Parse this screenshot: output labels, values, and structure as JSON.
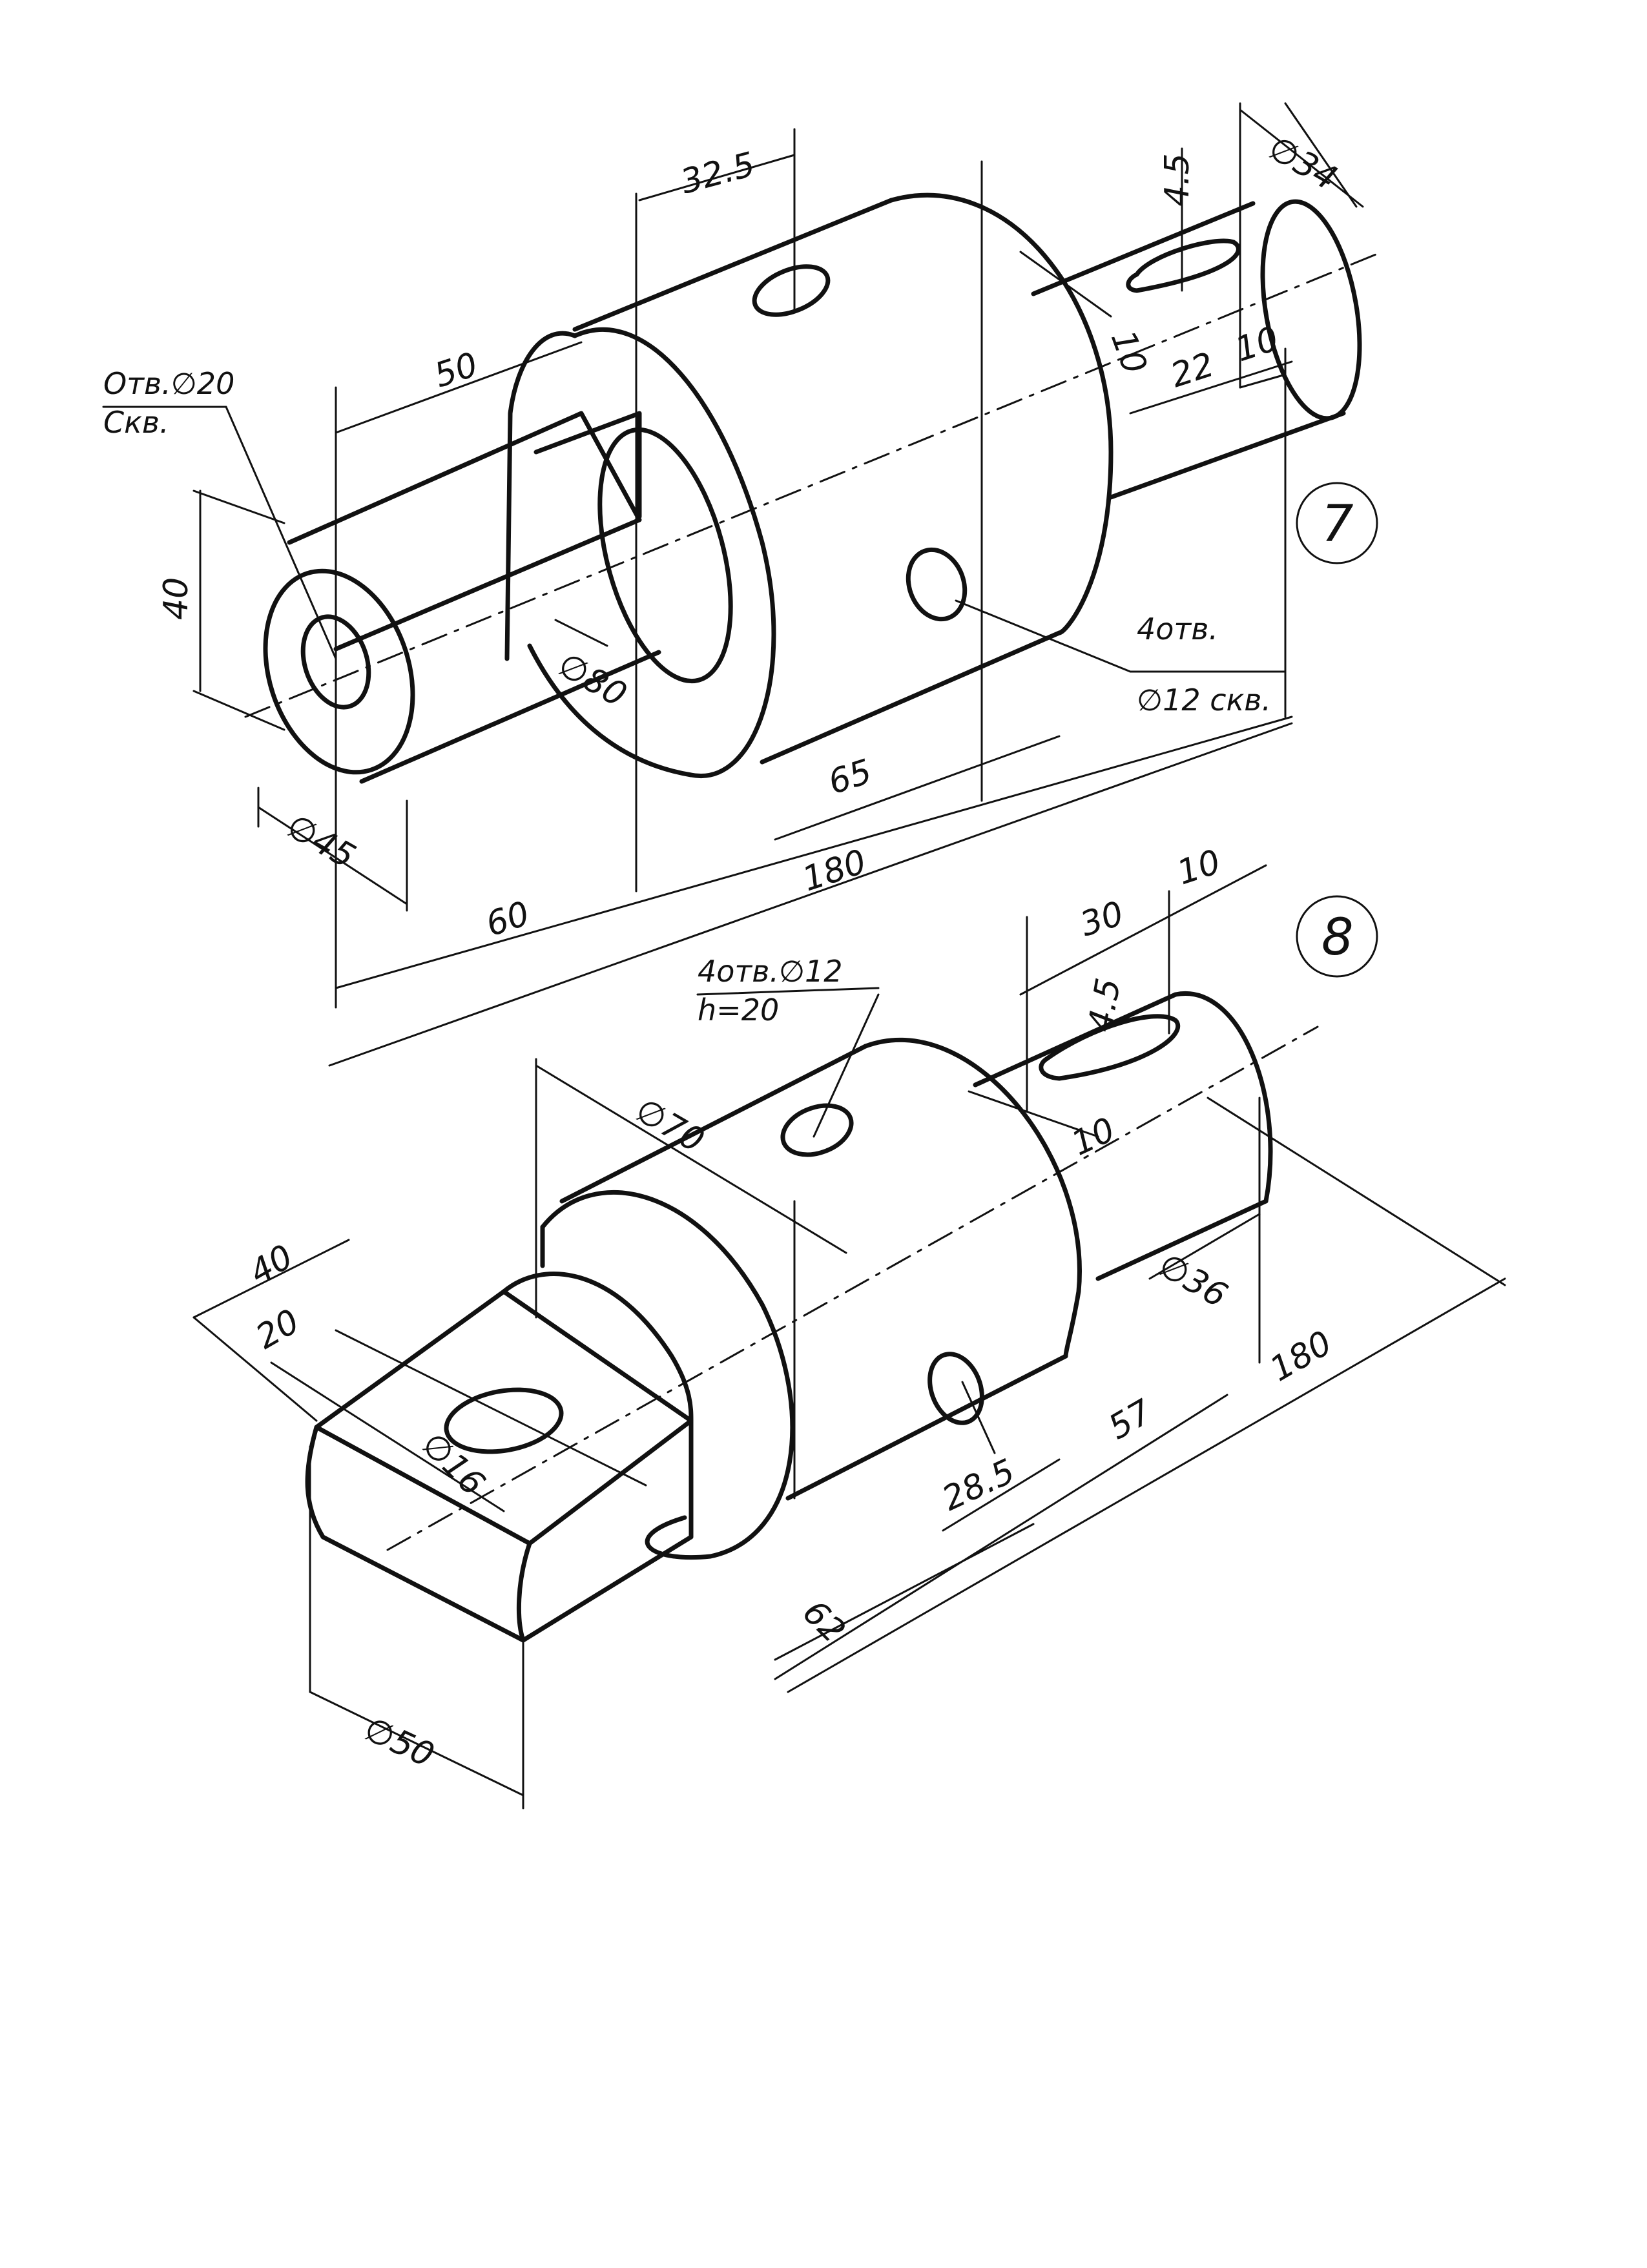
{
  "drawings": [
    {
      "number": "7",
      "hole_note_top": "Отв.∅20",
      "hole_note_bottom": "Скв.",
      "side_note_top": "4отв.",
      "side_note_bottom": "∅12 скв.",
      "dims": {
        "d34": "∅34",
        "d32_5": "32.5",
        "d4_5": "4.5",
        "d50": "50",
        "d40": "40",
        "d80": "∅80",
        "d10a": "10",
        "d22": "22",
        "d10b": "10",
        "d65": "65",
        "d45": "∅45",
        "d180": "180",
        "d60": "60"
      }
    },
    {
      "number": "8",
      "hole_note_top": "4отв.∅12",
      "hole_note_bottom": "h=20",
      "dims": {
        "d30": "30",
        "d10top": "10",
        "d4_5": "4.5",
        "d70": "∅70",
        "d10": "10",
        "d40": "40",
        "d20": "20",
        "d16": "∅16",
        "d36": "∅36",
        "d180": "180",
        "d57": "57",
        "d28_5": "28.5",
        "d62": "62",
        "d50": "∅50"
      }
    }
  ]
}
